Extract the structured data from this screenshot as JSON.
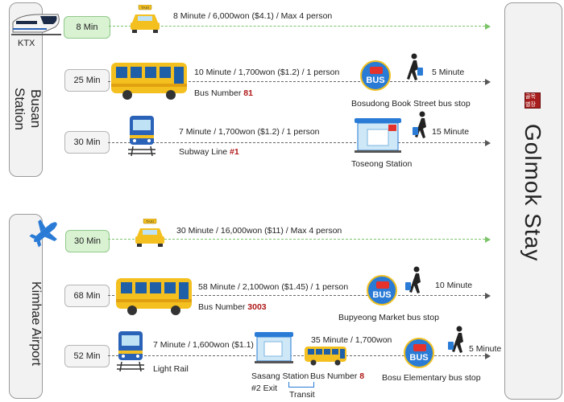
{
  "destination": "Golmok Stay",
  "logo_text": "골목 별장",
  "ktx": {
    "label": "KTX",
    "taxi": {
      "time": "8 Min",
      "desc": "8 Minute / 6,000won ($4.1) / Max 4 person",
      "sign": "TAXI"
    }
  },
  "busan_station": {
    "label": "Busan Station",
    "bus": {
      "time": "25 Min",
      "desc": "10 Minute / 1,700won ($1.2) / 1 person",
      "prefix": "Bus Number",
      "number": "81",
      "stop": "Bosudong Book Street bus stop",
      "walk": "5 Minute",
      "stop_sign": "BUS"
    },
    "subway": {
      "time": "30 Min",
      "desc": "7 Minute / 1,700won ($1.2) / 1 person",
      "prefix": "Subway Line",
      "number": "#1",
      "stop": "Toseong Station",
      "walk": "15 Minute"
    }
  },
  "kimhae_airport": {
    "label": "Kimhae Airport",
    "taxi": {
      "time": "30 Min",
      "desc": "30 Minute / 16,000won ($11) / Max 4 person",
      "sign": "TAXI"
    },
    "bus": {
      "time": "68 Min",
      "desc": "58 Minute / 2,100won ($1.45) / 1 person",
      "prefix": "Bus Number",
      "number": "3003",
      "stop": "Bupyeong Market bus stop",
      "walk": "10 Minute",
      "stop_sign": "BUS"
    },
    "rail": {
      "time": "52 Min",
      "desc": "7 Minute / 1,600won ($1.1)",
      "name": "Light Rail",
      "transfer": "Sasang Station",
      "exit": "#2 Exit",
      "transit": "Transit",
      "desc2": "35 Minute / 1,700won",
      "prefix": "Bus Number",
      "number": "8",
      "stop": "Bosu Elementary bus stop",
      "walk": "5 Minute",
      "stop_sign": "BUS"
    }
  },
  "colors": {
    "accent_green": "#7cc46a",
    "bus_yellow": "#f4c020",
    "bus_blue": "#2a7bd6",
    "number_red": "#b01818"
  }
}
